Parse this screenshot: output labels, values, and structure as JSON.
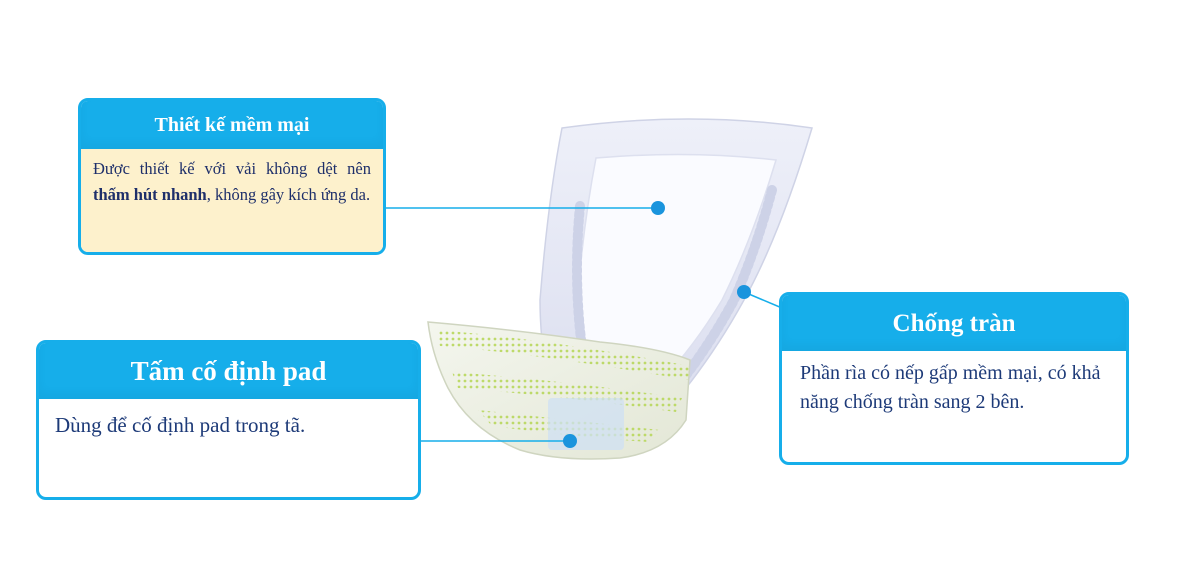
{
  "accent_color": "#16aeea",
  "callouts": {
    "soft_design": {
      "title": "Thiết kế mềm mại",
      "text_before": "Được thiết kế với vải không dệt nên ",
      "text_bold": "thấm hút nhanh",
      "text_after": ", không gây kích ứng da."
    },
    "pad_fixing": {
      "title": "Tấm cố định pad",
      "text": "Dùng để cố định pad trong tã."
    },
    "anti_leak": {
      "title": "Chống tràn",
      "text": "Phần rìa có nếp gấp mềm mại, có khả năng chống tràn sang 2 bên."
    }
  }
}
